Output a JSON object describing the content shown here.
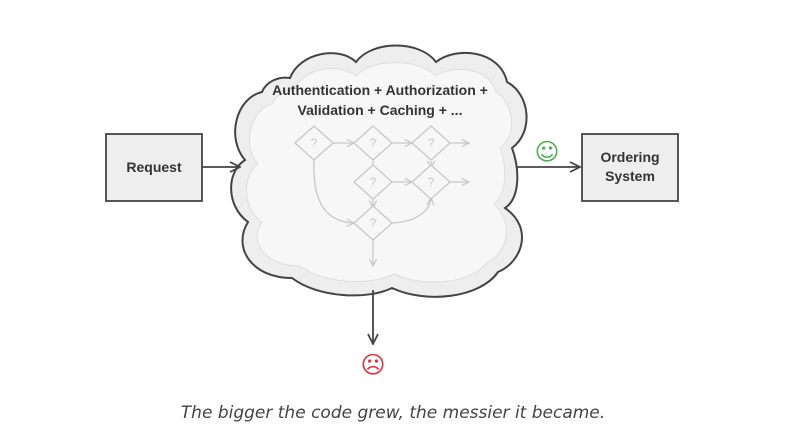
{
  "request_box": {
    "label": "Request"
  },
  "ordering_box": {
    "line1": "Ordering",
    "line2": "System"
  },
  "cloud": {
    "line1": "Authentication + Authorization +",
    "line2": "Validation + Caching + ..."
  },
  "decision_symbol": "?",
  "smile_icon": "☺",
  "frown_icon": "☹",
  "colors": {
    "happy": "#4caf50",
    "sad": "#e0303a",
    "outline": "#444444",
    "cloud_fill": "#eeeeee",
    "flow_lines": "#c8c8c8"
  },
  "caption": "The bigger the code grew, the messier it became."
}
